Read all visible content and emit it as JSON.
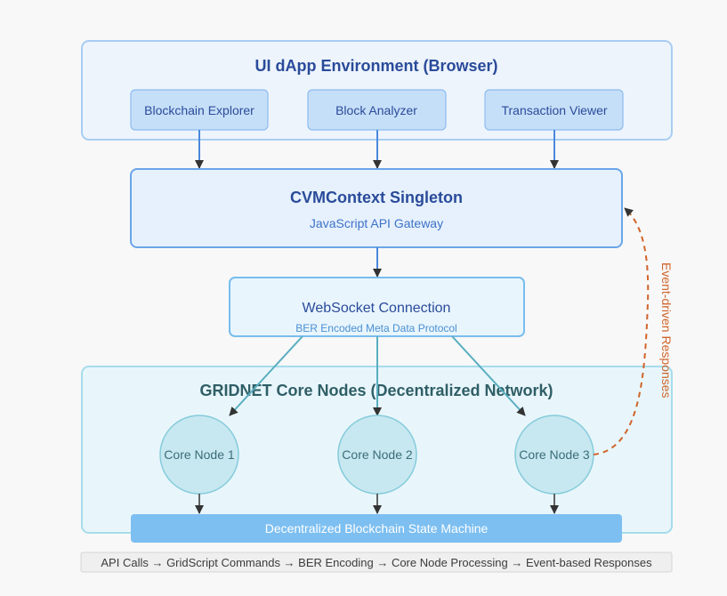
{
  "colors": {
    "background": "#f8f8f8",
    "browser_fill": "#edf4fc",
    "browser_stroke": "#a9cdf3",
    "dapp_fill": "#c6dff8",
    "dapp_stroke": "#8dbcef",
    "title_blue": "#2a4b9a",
    "cvm_fill": "#e6f1fd",
    "cvm_stroke": "#6aa5e8",
    "subtitle_blue": "#3d72c7",
    "ws_fill": "#e8f5fd",
    "ws_stroke": "#78bdee",
    "ws_sub": "#4a90d2",
    "core_fill": "#e8f6fb",
    "core_stroke": "#a6dcec",
    "core_title": "#2f5e66",
    "node_fill": "#c7e8f0",
    "node_stroke": "#86cbdc",
    "node_text": "#3b6c78",
    "state_fill": "#7dbff1",
    "state_text": "#ffffff",
    "teal_line": "#5aaec0",
    "arrow_blue": "#4a88dd",
    "arrowhead": "#333333",
    "event_orange": "#d0642a",
    "footer_fill": "#efefef",
    "footer_stroke": "#d6d6d6",
    "footer_text": "#3c3c3c"
  },
  "browser": {
    "title": "UI dApp Environment (Browser)",
    "apps": [
      {
        "label": "Blockchain Explorer"
      },
      {
        "label": "Block Analyzer"
      },
      {
        "label": "Transaction Viewer"
      }
    ]
  },
  "cvm": {
    "title": "CVMContext Singleton",
    "subtitle": "JavaScript API Gateway"
  },
  "websocket": {
    "title": "WebSocket Connection",
    "subtitle": "BER Encoded Meta Data Protocol"
  },
  "core": {
    "title": "GRIDNET Core Nodes (Decentralized Network)",
    "nodes": [
      {
        "label": "Core Node 1"
      },
      {
        "label": "Core Node 2"
      },
      {
        "label": "Core Node 3"
      }
    ],
    "state_machine": "Decentralized Blockchain State Machine"
  },
  "event_label": "Event-driven Responses",
  "footer": "API Calls → GridScript Commands → BER Encoding → Core Node Processing → Event-based Responses"
}
